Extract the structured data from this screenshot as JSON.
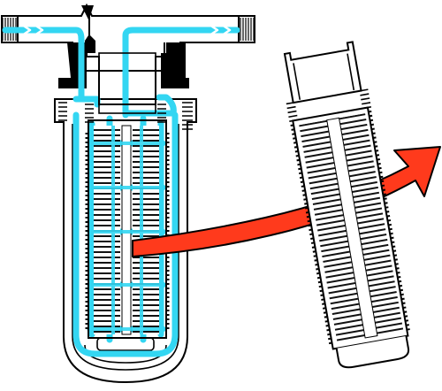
{
  "diagram": {
    "colors": {
      "flow": "#33d6f2",
      "outline": "#000000",
      "fill": "#ffffff",
      "arrow": "#ff3a1c",
      "mesh": "#111111"
    },
    "icons": {
      "flow_arrow": "chevron-right-icon",
      "extraction_arrow": "curved-arrow-icon"
    },
    "parts": [
      "inlet-pipe",
      "outlet-pipe",
      "filter-bowl",
      "filter-cartridge",
      "removed-cartridge"
    ]
  }
}
